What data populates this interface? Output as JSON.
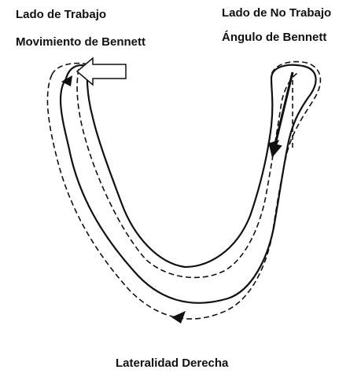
{
  "labels": {
    "working_side": "Lado de Trabajo",
    "bennett_movement": "Movimiento de Bennett",
    "nonworking_side": "Lado de No Trabajo",
    "bennett_angle": "Ángulo de Bennett",
    "caption": "Lateralidad Derecha"
  },
  "colors": {
    "ink": "#111111",
    "background": "#ffffff",
    "arrow_fill": "#ffffff"
  }
}
